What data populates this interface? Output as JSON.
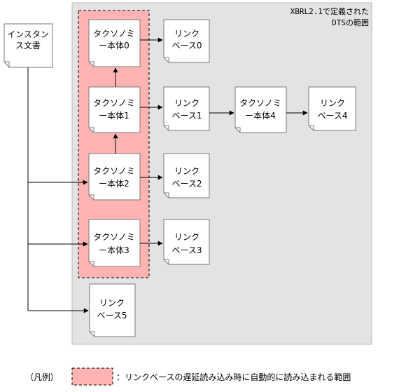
{
  "dts_region": {
    "label_line1": "XBRL2.1で定義された",
    "label_line2": "DTSの範囲"
  },
  "instance": {
    "line1": "インスタン",
    "line2": "ス文書"
  },
  "taxonomies": [
    {
      "line1": "タクソノミ",
      "line2": "ー本体0"
    },
    {
      "line1": "タクソノミ",
      "line2": "ー本体1"
    },
    {
      "line1": "タクソノミ",
      "line2": "ー本体2"
    },
    {
      "line1": "タクソノミ",
      "line2": "ー本体3"
    },
    {
      "line1": "タクソノミ",
      "line2": "ー本体4"
    }
  ],
  "linkbases": [
    {
      "line1": "リンク",
      "line2": "ベース0"
    },
    {
      "line1": "リンク",
      "line2": "ベース1"
    },
    {
      "line1": "リンク",
      "line2": "ベース2"
    },
    {
      "line1": "リンク",
      "line2": "ベース3"
    },
    {
      "line1": "リンク",
      "line2": "ベース4"
    },
    {
      "line1": "リンク",
      "line2": "ベース5"
    }
  ],
  "legend": {
    "title": "（凡例）",
    "description": "：リンクベースの遅延読み込み時に自動的に読み込まれる範囲"
  },
  "colors": {
    "dts_fill": "#e3e3e3",
    "lazy_fill": "#ffb3b3",
    "doc_fill": "#ffffff",
    "stroke": "#7a7a7a"
  }
}
